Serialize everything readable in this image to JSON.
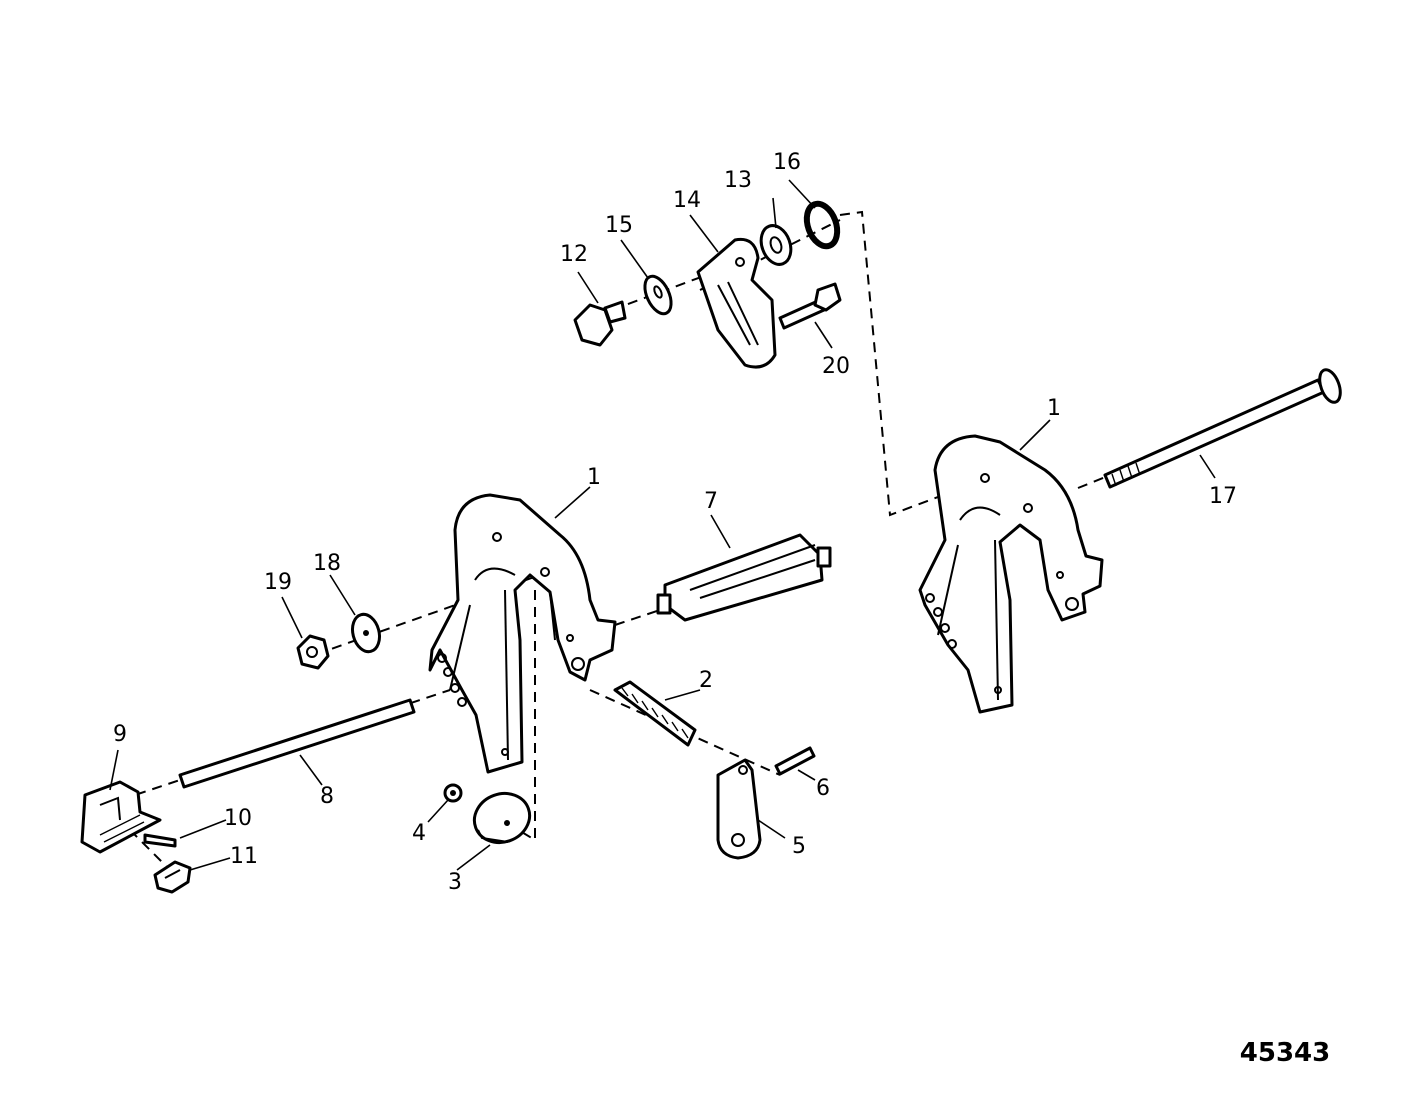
{
  "diagram": {
    "figure_number": "45343",
    "callouts": [
      "1",
      "1",
      "2",
      "3",
      "4",
      "5",
      "6",
      "7",
      "8",
      "9",
      "10",
      "11",
      "12",
      "13",
      "14",
      "15",
      "16",
      "17",
      "18",
      "19",
      "20"
    ]
  }
}
